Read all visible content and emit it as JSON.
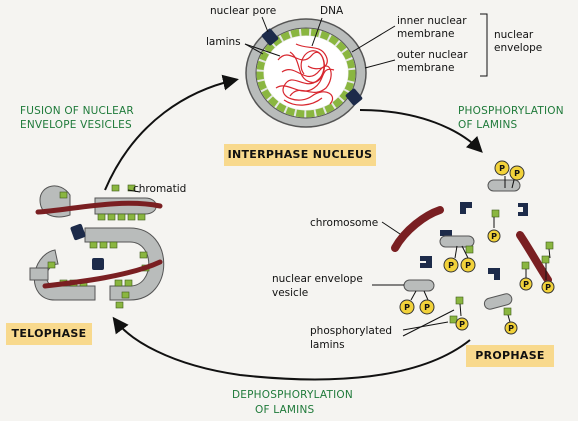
{
  "stages": {
    "interphase": "INTERPHASE NUCLEUS",
    "prophase": "PROPHASE",
    "telophase": "TELOPHASE"
  },
  "processes": {
    "fusion_line1": "FUSION OF NUCLEAR",
    "fusion_line2": "ENVELOPE VESICLES",
    "phos_line1": "PHOSPHORYLATION",
    "phos_line2": "OF LAMINS",
    "dephos_line1": "DEPHOSPHORYLATION",
    "dephos_line2": "OF LAMINS"
  },
  "labels": {
    "nuclear_pore": "nuclear pore",
    "dna": "DNA",
    "lamins": "lamins",
    "inner_line1": "inner nuclear",
    "inner_line2": "membrane",
    "outer_line1": "outer nuclear",
    "outer_line2": "membrane",
    "envelope_line1": "nuclear",
    "envelope_line2": "envelope",
    "chromatid": "chromatid",
    "chromosome": "chromosome",
    "vesicle_line1": "nuclear envelope",
    "vesicle_line2": "vesicle",
    "phos_lamins_line1": "phosphorylated",
    "phos_lamins_line2": "lamins",
    "phosphate": "P"
  },
  "colors": {
    "membrane": "#b9bcbb",
    "lamin": "#8ab640",
    "pore": "#1d2b4a",
    "dna": "#d8262e",
    "chromosome": "#7a1f22",
    "phosphate": "#f2d23a",
    "label_green": "#1f7a3a",
    "stage_box": "#f8d98d"
  }
}
